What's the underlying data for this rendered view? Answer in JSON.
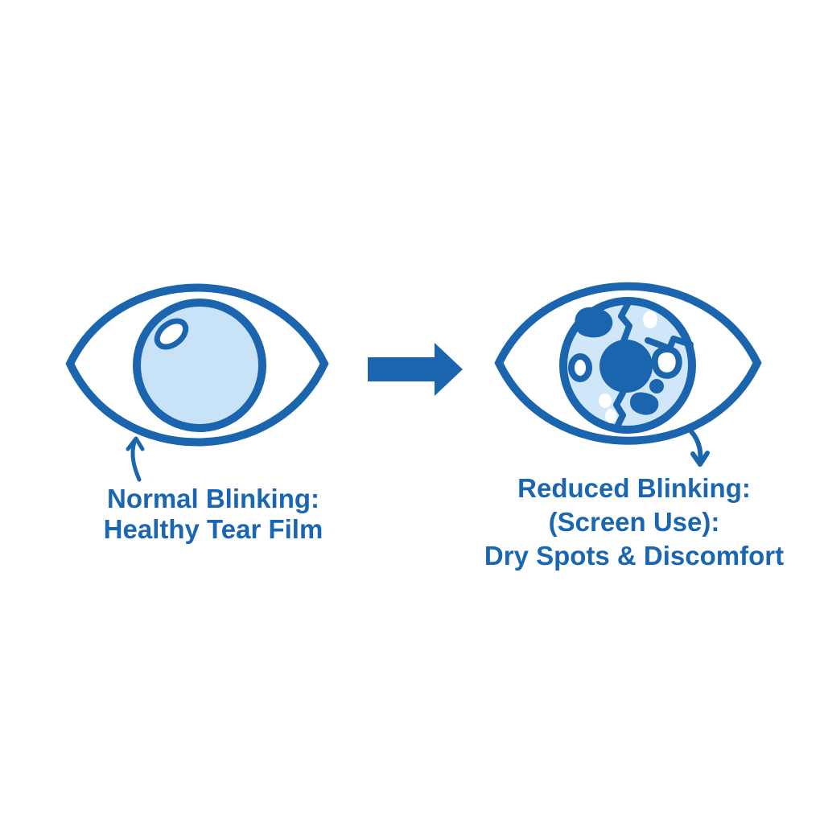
{
  "colors": {
    "line": "#1a65ae",
    "iris": "#c8e3f7",
    "iris_dry": "#cfe7f9",
    "text": "#1a66b0",
    "bg": "#ffffff"
  },
  "icons": {
    "left_eye": "normal-eye-icon",
    "transition": "arrow-right-icon",
    "right_eye": "dry-eye-icon",
    "left_pointer": "arrow-up-icon",
    "right_pointer": "arrow-down-curved-icon"
  },
  "captions": {
    "left": [
      "Normal Blinking:",
      "Healthy Tear Film"
    ],
    "right": [
      "Reduced Blinking:",
      "(Screen Use):",
      "Dry Spots & Discomfort"
    ]
  }
}
